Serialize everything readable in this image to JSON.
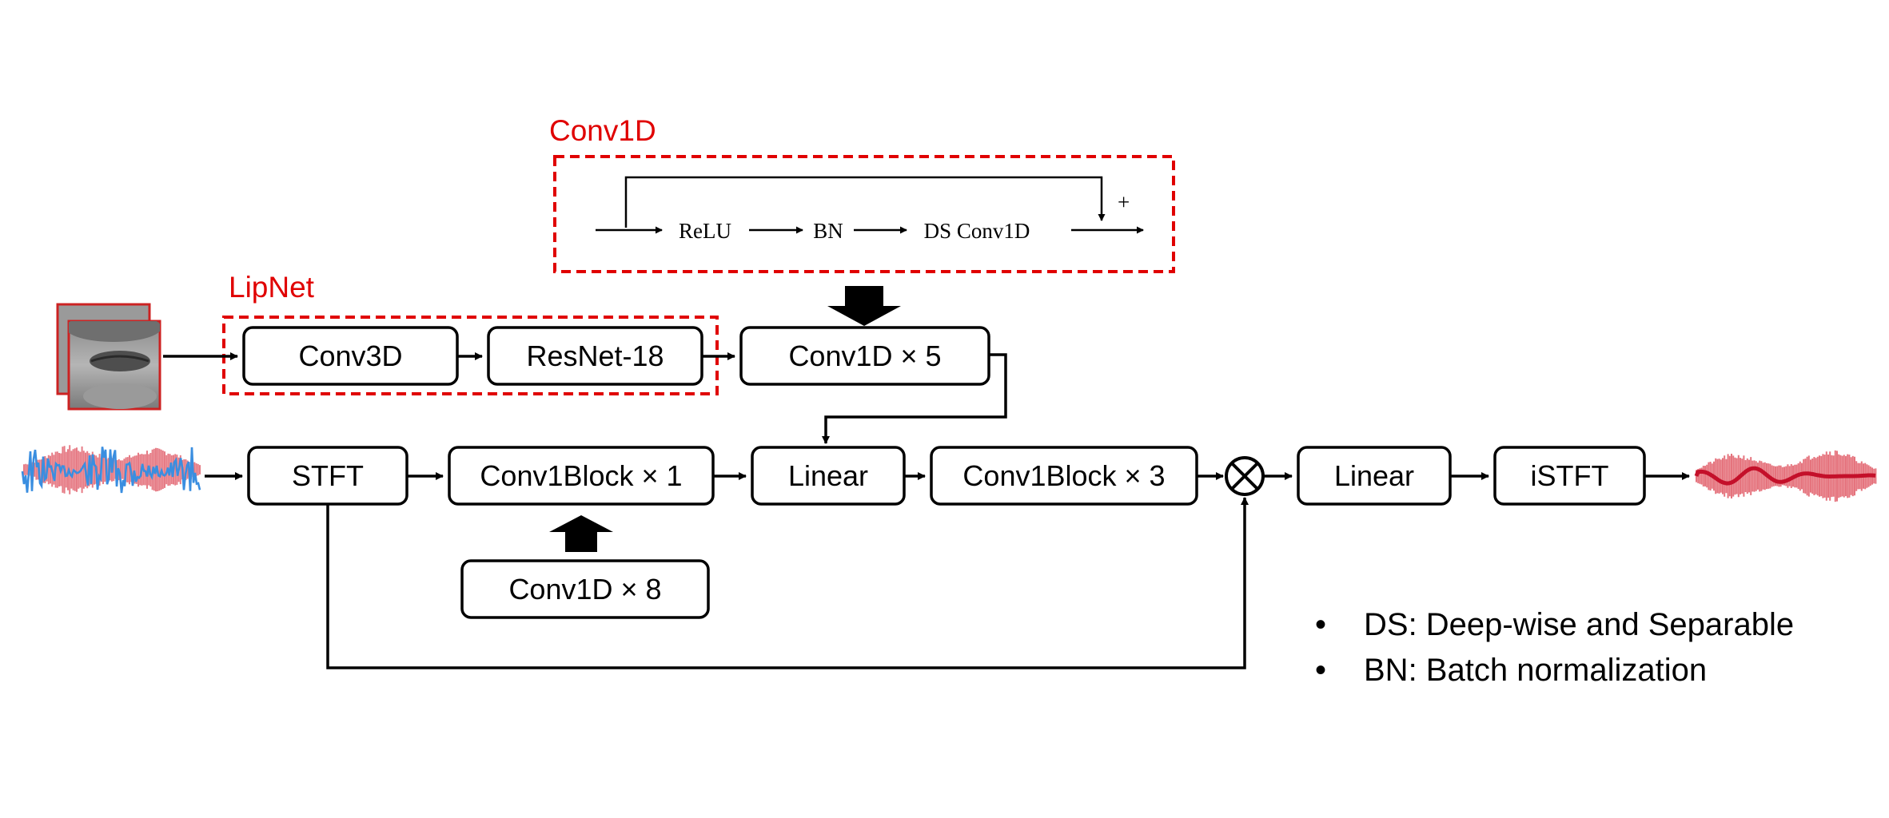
{
  "conv1d_module": {
    "title": "Conv1D",
    "steps": [
      "ReLU",
      "BN",
      "DS Conv1D"
    ],
    "residual_sign": "+"
  },
  "lipnet_module": {
    "title": "LipNet",
    "blocks": [
      "Conv3D",
      "ResNet-18"
    ]
  },
  "blocks": {
    "visual_conv": "Conv1D × 5",
    "stft": "STFT",
    "conv1block_1": "Conv1Block × 1",
    "linear_1": "Linear",
    "conv1block_3": "Conv1Block × 3",
    "linear_2": "Linear",
    "istft": "iSTFT",
    "audio_conv": "Conv1D × 8"
  },
  "legend": {
    "bullet": "•",
    "items": [
      "DS: Deep-wise and Separable",
      "BN: Batch normalization"
    ]
  },
  "colors": {
    "accent": "#e00000",
    "mixture_wave": "#3a8ee0",
    "clean_wave": "#e0505a",
    "line": "#000000"
  },
  "icons": [
    "lip-frames-image",
    "mixture-waveform-image",
    "output-waveform-image",
    "multiply-icon"
  ]
}
